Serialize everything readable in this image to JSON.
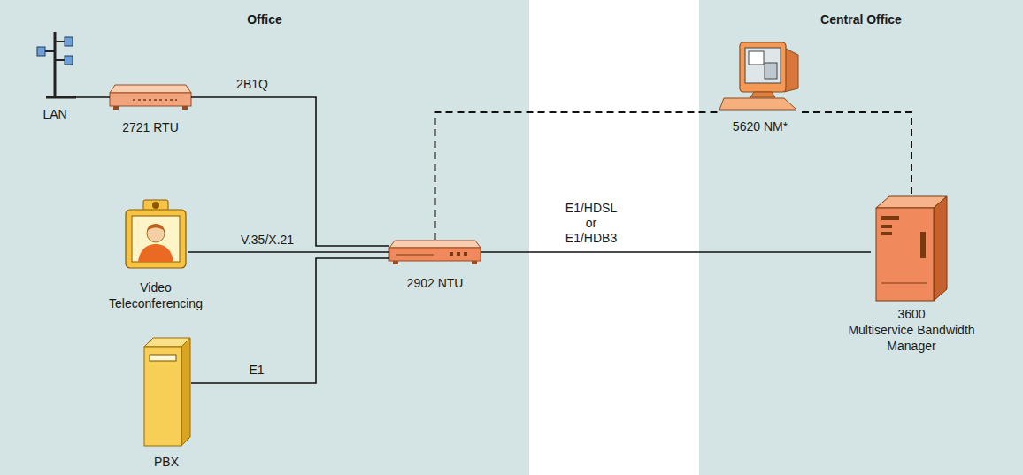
{
  "diagram": {
    "nodes": [
      {
        "text": [
          "Office"
        ]
      },
      {
        "text": [
          "LAN"
        ],
        "in": 0
      },
      {
        "text": [
          "2721 RTU"
        ],
        "in": 0
      },
      {
        "text": [
          "Video Teleconferencing"
        ],
        "in": 0
      },
      {
        "text": [
          "2902 NTU"
        ],
        "in": 0
      },
      {
        "text": [
          "PBX"
        ],
        "in": 0
      },
      {
        "text": [
          "Central Office"
        ]
      },
      {
        "text": [
          "5620 NM*"
        ],
        "in": 6
      },
      {
        "text": [
          "3600",
          "Multiservice Bandwidth Manager"
        ],
        "in": 6
      }
    ],
    "edges": [
      {
        "from": 1,
        "to": 2,
        "arrow": "none"
      },
      {
        "from": 2,
        "to": 4,
        "label": "2B1Q",
        "arrow": "none"
      },
      {
        "from": 3,
        "to": 4,
        "label": "V.35/X.21",
        "arrow": "none"
      },
      {
        "from": 5,
        "to": 4,
        "label": "E1",
        "arrow": "none"
      },
      {
        "from": 4,
        "to": 8,
        "label": "E1/HDSL or E1/HDB3",
        "arrow": "none"
      },
      {
        "from": 4,
        "to": 7,
        "arrow": "none"
      },
      {
        "from": 7,
        "to": 8,
        "arrow": "none"
      }
    ]
  }
}
